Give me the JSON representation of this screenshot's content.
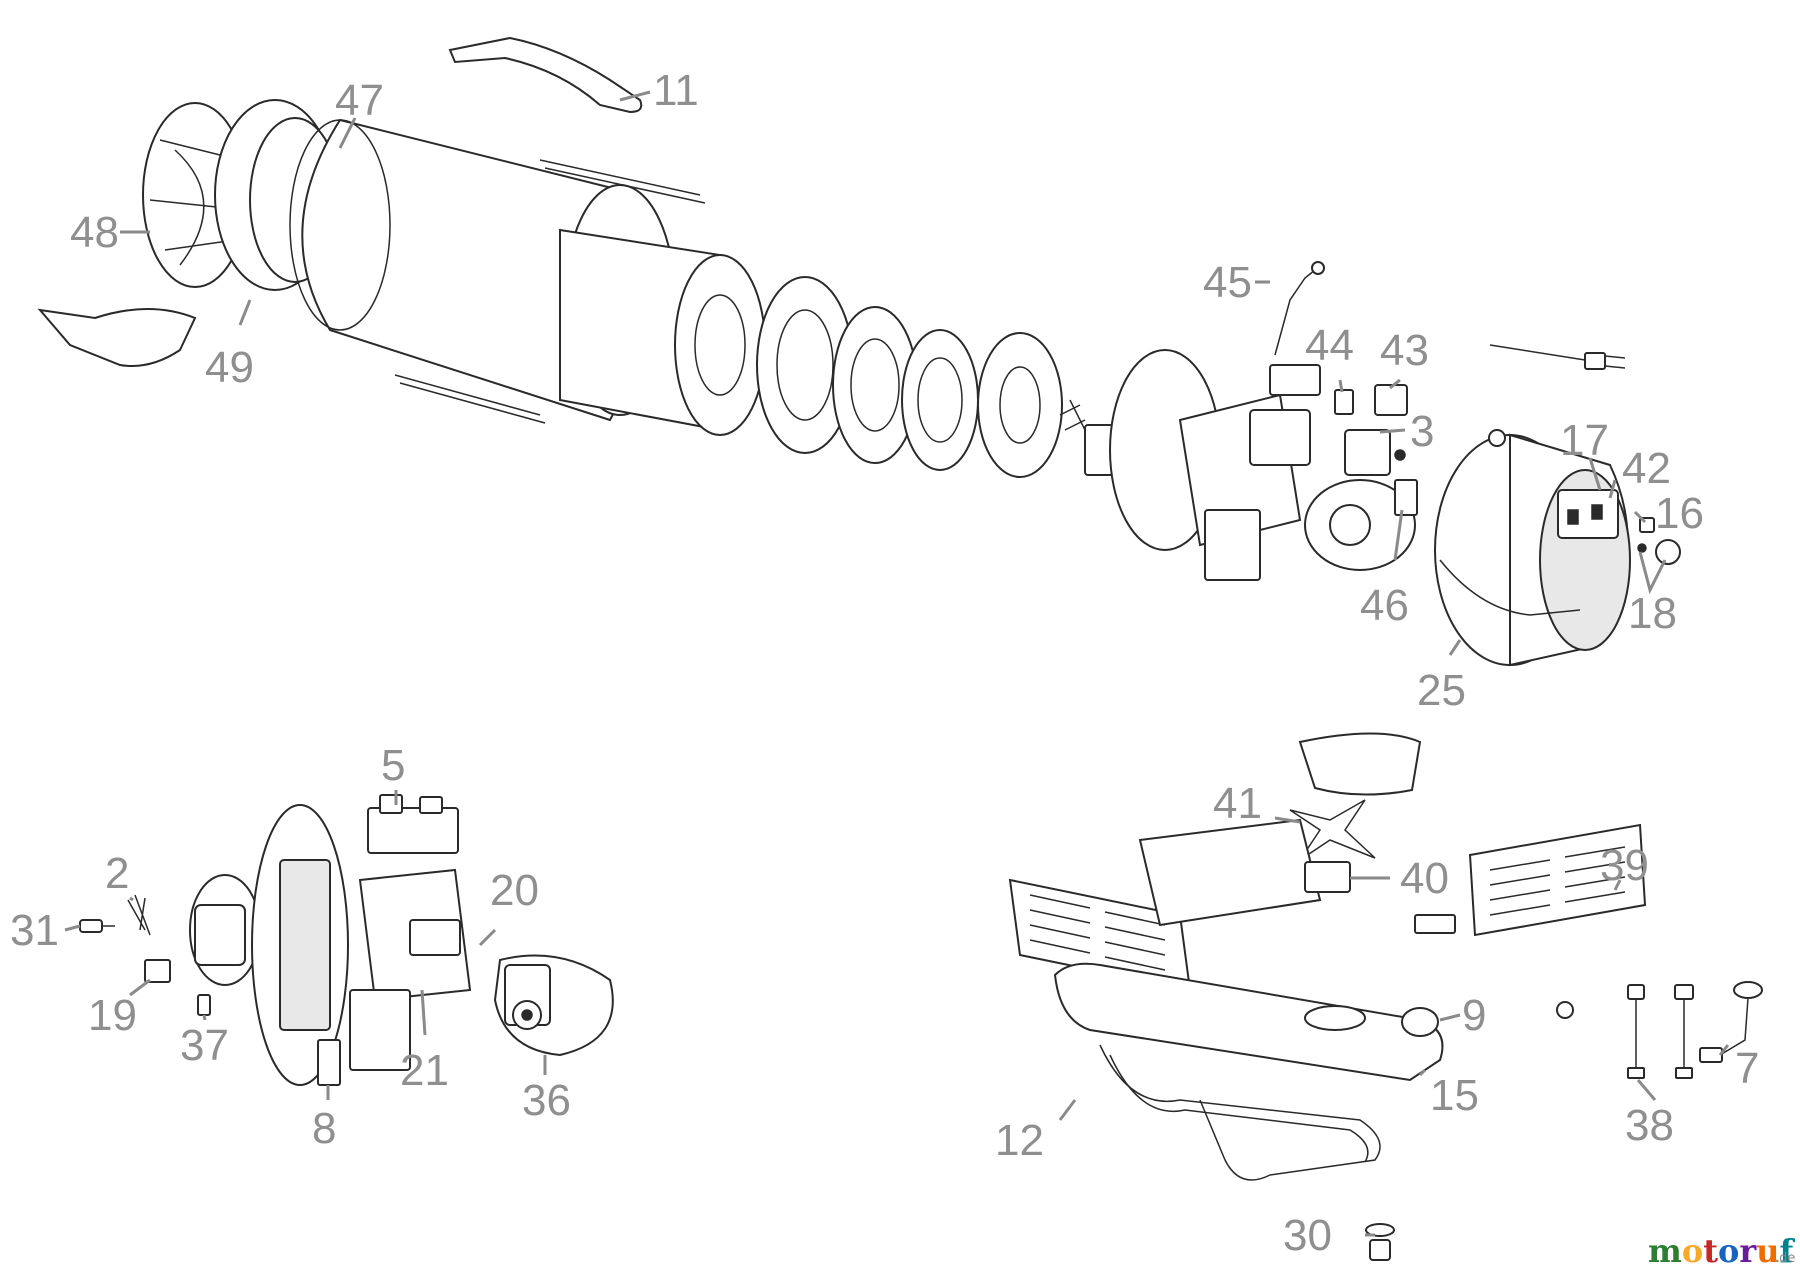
{
  "diagram": {
    "labels": [
      "11",
      "47",
      "48",
      "49",
      "45",
      "44",
      "43",
      "3",
      "17",
      "42",
      "16",
      "18",
      "46",
      "25",
      "5",
      "2",
      "20",
      "31",
      "19",
      "37",
      "21",
      "36",
      "8",
      "41",
      "40",
      "39",
      "9",
      "7",
      "15",
      "12",
      "38",
      "30"
    ],
    "watermark": {
      "brand": "motoruf",
      "suffix": ".de",
      "colors": [
        "#2e7d32",
        "#f9a825",
        "#c62828",
        "#1565c0",
        "#6a1b9a",
        "#ef6c00",
        "#00838f"
      ]
    }
  }
}
